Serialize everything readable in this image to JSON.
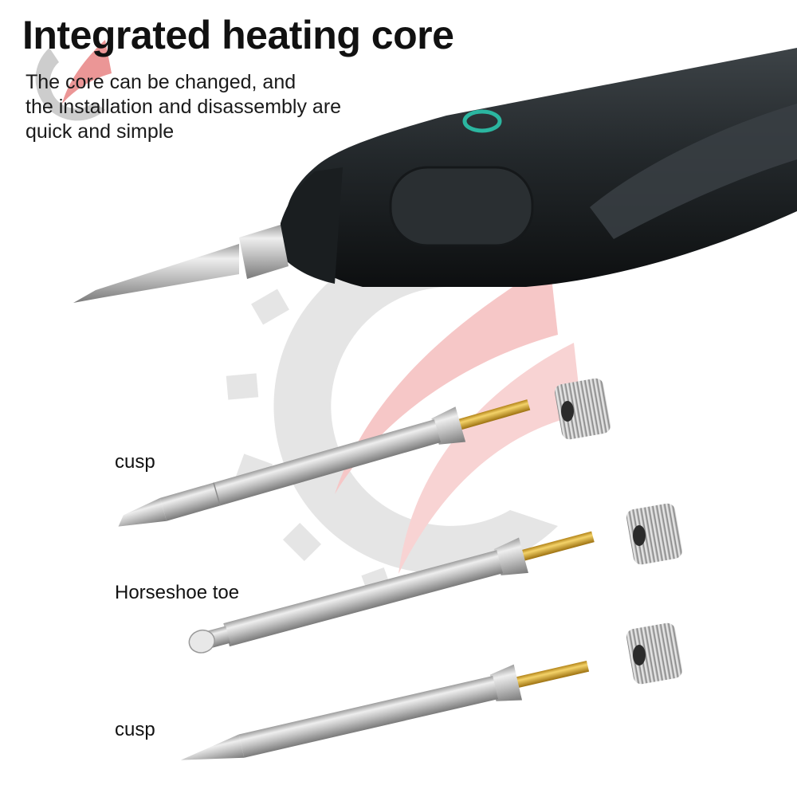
{
  "headline": "Integrated heating core",
  "subtitle_lines": [
    "The core can be changed, and",
    "the installation and disassembly are",
    "quick and simple"
  ],
  "tips": [
    {
      "label": "cusp"
    },
    {
      "label": "Horseshoe toe"
    },
    {
      "label": "cusp"
    }
  ],
  "colors": {
    "handle": "#1f2326",
    "metal": "#c4c4c4",
    "brass": "#d4a92a",
    "watermark_red": "#e53935",
    "watermark_gray": "#cfcfcf",
    "indicator_ring": "#2bb6a0"
  },
  "icons": [
    "watermark-logo-icon"
  ]
}
